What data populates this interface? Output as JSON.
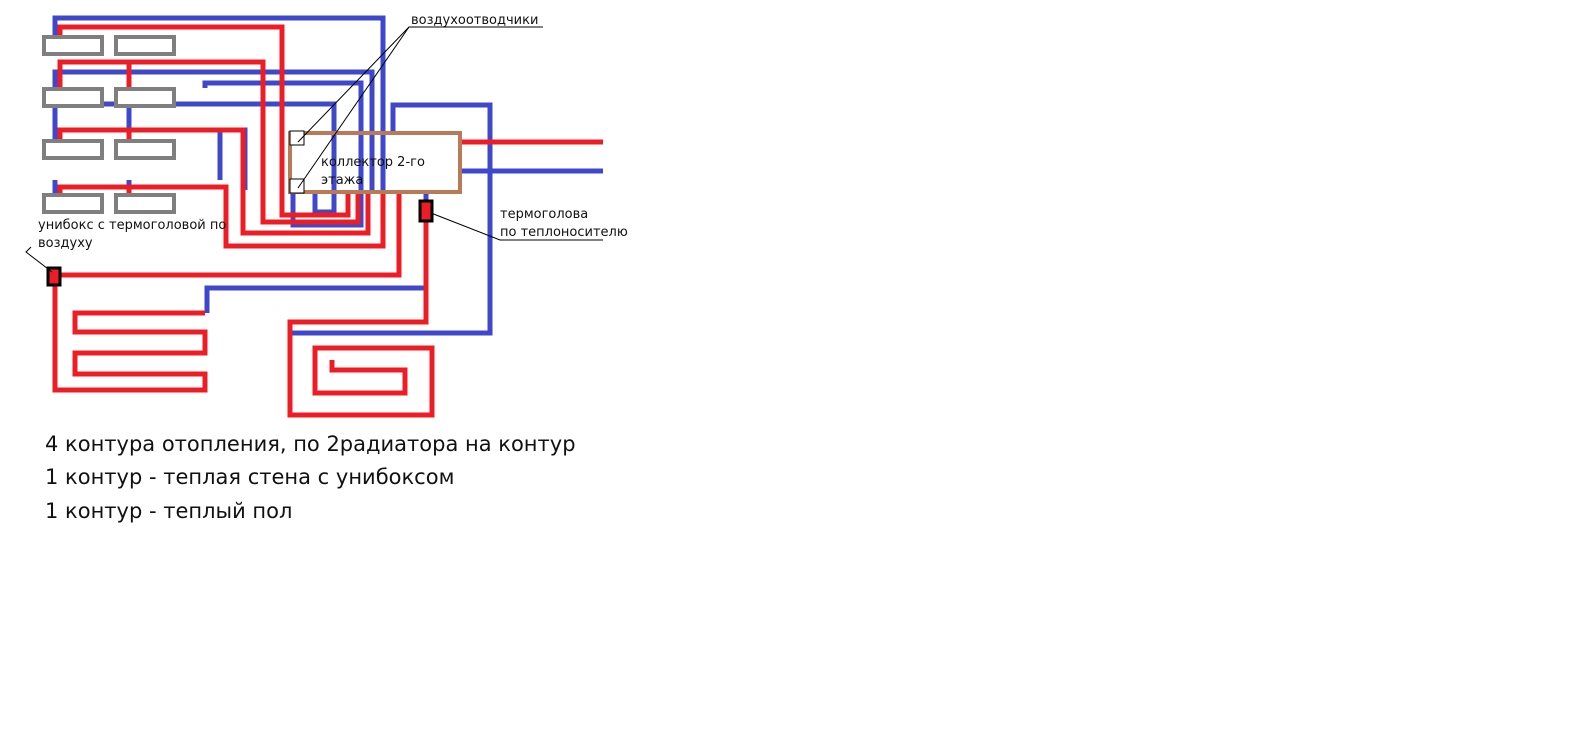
{
  "colors": {
    "supply": "#ee1c24",
    "return": "#3f48cc",
    "radiator": "#7f7f7f",
    "collector": "#b97a57",
    "valve": "#000000",
    "leader": "#000000"
  },
  "labels": {
    "air_vents": "воздухоотводчики",
    "collector_line1": "коллектор 2-го",
    "collector_line2": "этажа",
    "unibox_line1": "унибокс с термоголовой по",
    "unibox_line2": "воздуху",
    "thermohead_line1": "термоголова",
    "thermohead_line2": "по теплоносителю"
  },
  "captions": [
    "4 контура отопления, по 2радиатора на контур",
    "1 контур - теплая стена с унибоксом",
    "1 контур - теплый пол"
  ],
  "structure": {
    "radiator_rows": 4,
    "radiators_per_row": 2,
    "heating_circuits": 4,
    "radiators_per_circuit": 2
  }
}
